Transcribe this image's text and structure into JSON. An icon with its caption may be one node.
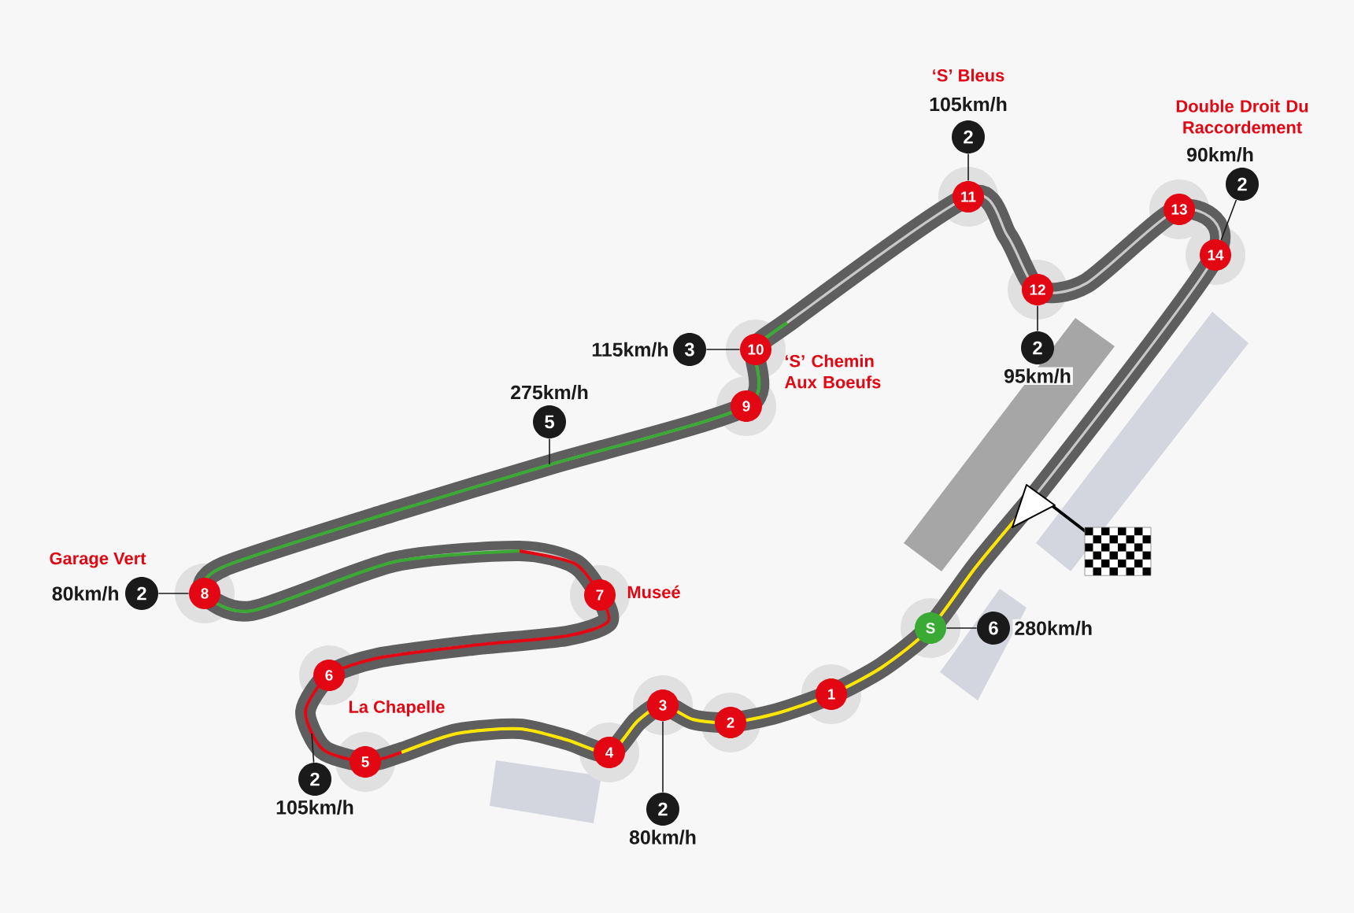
{
  "diagram": {
    "nodes": [
      {
        "text": [
          "2"
        ],
        "beside": [
          "105km/h"
        ]
      },
      {
        "text": [
          "11"
        ]
      },
      {
        "text": [
          "2"
        ],
        "beside": [
          "90km/h"
        ]
      },
      {
        "text": [
          "13"
        ]
      },
      {
        "text": [
          "14"
        ]
      },
      {
        "text": [
          "3"
        ],
        "beside": [
          "115km/h"
        ]
      },
      {
        "text": [
          "10"
        ]
      },
      {
        "text": [
          "12"
        ]
      },
      {
        "text": [
          "2"
        ],
        "beside": [
          "95km/h"
        ]
      },
      {
        "text": [
          "5"
        ],
        "beside": [
          "275km/h"
        ]
      },
      {
        "text": [
          "9"
        ]
      },
      {
        "text": [
          "2"
        ],
        "beside": [
          "80km/h"
        ]
      },
      {
        "text": [
          "8"
        ]
      },
      {
        "text": [
          "7"
        ],
        "beside": [
          "Museé"
        ]
      },
      {
        "text": [
          "6"
        ]
      },
      {
        "text": [
          "S"
        ]
      },
      {
        "text": [
          "6"
        ],
        "beside": [
          "280km/h"
        ]
      },
      {
        "text": [
          "1"
        ]
      },
      {
        "text": [
          "3"
        ]
      },
      {
        "text": [
          "2"
        ]
      },
      {
        "text": [
          "4"
        ]
      },
      {
        "text": [
          "5"
        ]
      },
      {
        "text": [
          "2"
        ],
        "beside": [
          "105km/h"
        ]
      },
      {
        "text": [
          "2"
        ],
        "beside": [
          "80km/h"
        ]
      }
    ],
    "edges": [
      {
        "from": 0,
        "to": 1,
        "arrow": "none"
      },
      {
        "from": 2,
        "to": 4,
        "arrow": "none"
      },
      {
        "from": 5,
        "to": 6,
        "arrow": "none"
      },
      {
        "from": 8,
        "to": 7,
        "arrow": "none"
      },
      {
        "from": 9,
        "to": null,
        "arrow": "none"
      },
      {
        "from": 11,
        "to": 12,
        "arrow": "none"
      },
      {
        "from": 16,
        "to": 15,
        "arrow": "none"
      },
      {
        "from": 22,
        "to": null,
        "arrow": "none"
      },
      {
        "from": 23,
        "to": 18,
        "arrow": "none"
      }
    ],
    "labels": [
      "‘S’ Bleus",
      "Double Droit Du Raccordement",
      "‘S’ Chemin Aux Boeufs",
      "Garage Vert",
      "La Chapelle"
    ]
  }
}
